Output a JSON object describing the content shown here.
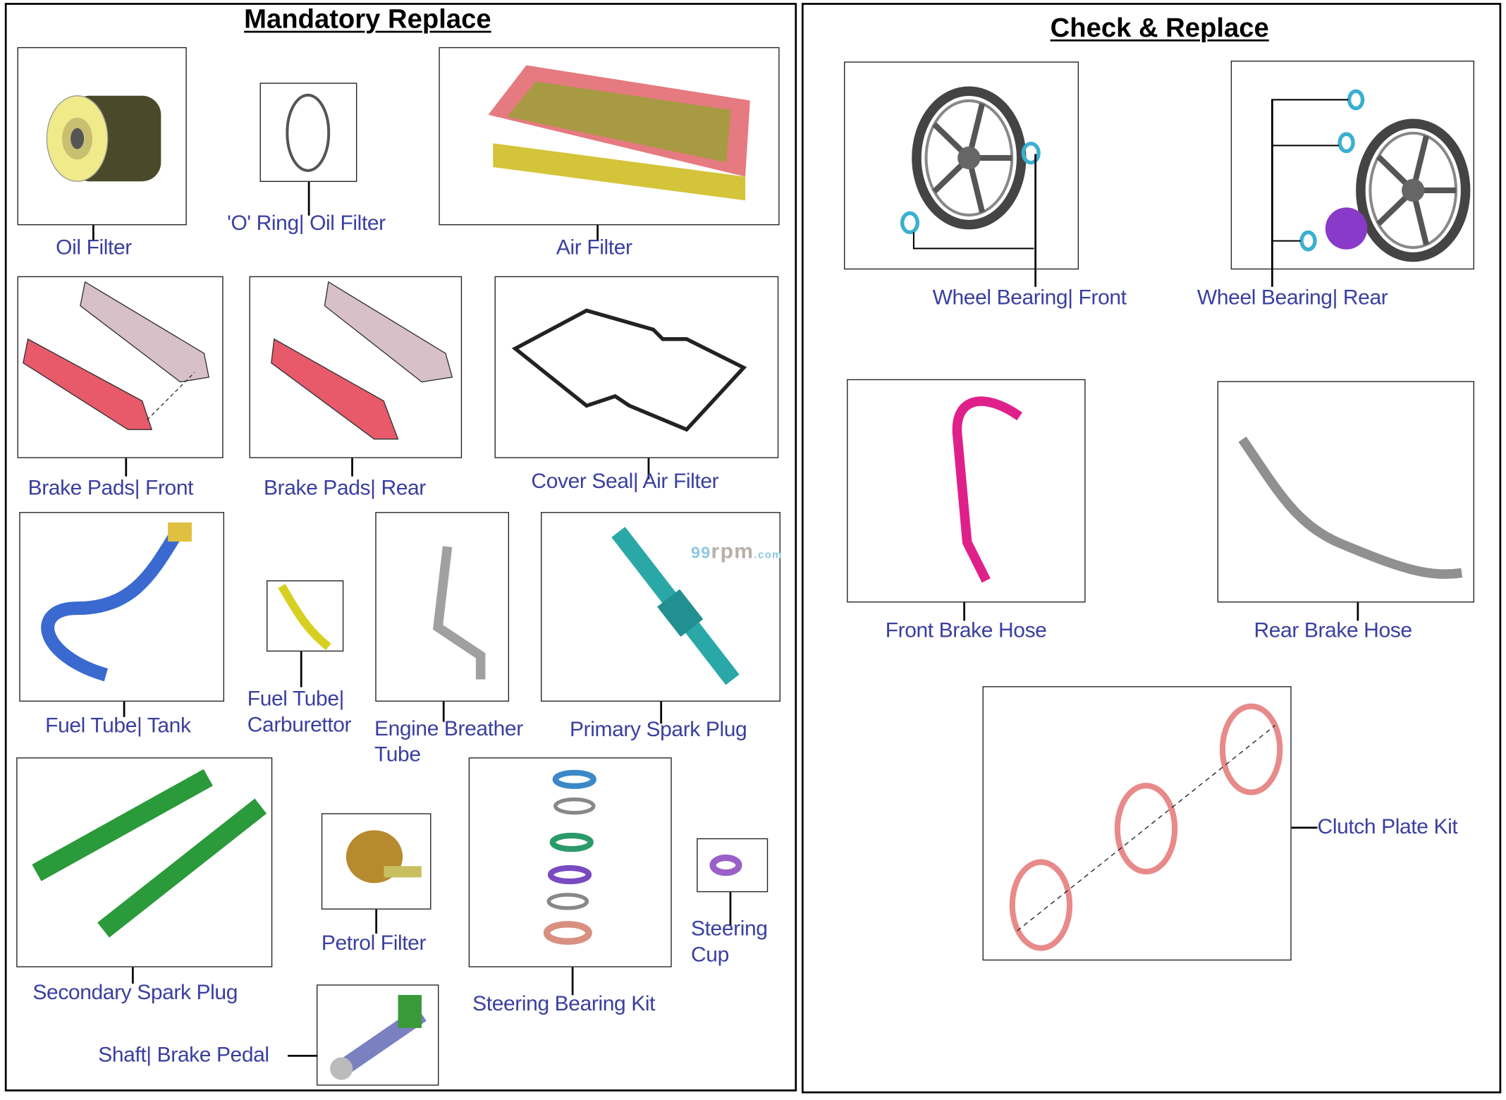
{
  "panels": {
    "left_title": "Mandatory Replace",
    "right_title": "Check & Replace"
  },
  "watermark": {
    "part1": "99",
    "part2": "rpm",
    "part3": ".com"
  },
  "mandatory_replace": [
    {
      "id": "oil-filter",
      "lines": [
        "Oil Filter"
      ]
    },
    {
      "id": "o-ring-oil-filter",
      "lines": [
        "'O' Ring| Oil Filter"
      ]
    },
    {
      "id": "air-filter",
      "lines": [
        "Air Filter"
      ]
    },
    {
      "id": "brake-pads-front",
      "lines": [
        "Brake Pads| Front"
      ]
    },
    {
      "id": "brake-pads-rear",
      "lines": [
        "Brake Pads| Rear"
      ]
    },
    {
      "id": "cover-seal-air-filter",
      "lines": [
        "Cover Seal| Air Filter"
      ]
    },
    {
      "id": "fuel-tube-tank",
      "lines": [
        "Fuel Tube| Tank"
      ]
    },
    {
      "id": "fuel-tube-carburettor",
      "lines": [
        "Fuel Tube|",
        "Carburettor"
      ]
    },
    {
      "id": "engine-breather-tube",
      "lines": [
        "Engine Breather",
        "Tube"
      ]
    },
    {
      "id": "primary-spark-plug",
      "lines": [
        "Primary Spark Plug"
      ]
    },
    {
      "id": "secondary-spark-plug",
      "lines": [
        "Secondary Spark Plug"
      ]
    },
    {
      "id": "petrol-filter",
      "lines": [
        "Petrol Filter"
      ]
    },
    {
      "id": "steering-bearing-kit",
      "lines": [
        "Steering Bearing Kit"
      ]
    },
    {
      "id": "steering-cup",
      "lines": [
        "Steering",
        "Cup"
      ]
    },
    {
      "id": "shaft-brake-pedal",
      "lines": [
        "Shaft| Brake Pedal"
      ]
    }
  ],
  "check_replace": [
    {
      "id": "wheel-bearing-front",
      "lines": [
        "Wheel Bearing| Front"
      ]
    },
    {
      "id": "wheel-bearing-rear",
      "lines": [
        "Wheel Bearing| Rear"
      ]
    },
    {
      "id": "front-brake-hose",
      "lines": [
        "Front Brake Hose"
      ]
    },
    {
      "id": "rear-brake-hose",
      "lines": [
        "Rear Brake Hose"
      ]
    },
    {
      "id": "clutch-plate-kit",
      "lines": [
        "Clutch Plate Kit"
      ]
    }
  ],
  "colors": {
    "label": "#3a3fa0",
    "border": "#000000"
  }
}
